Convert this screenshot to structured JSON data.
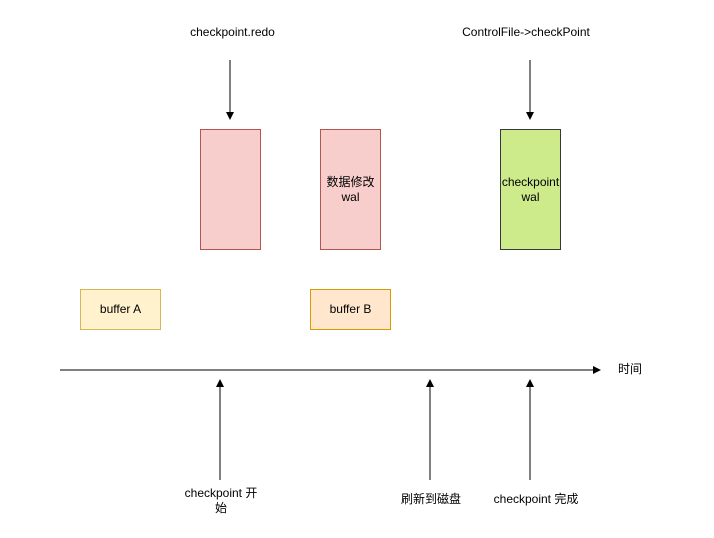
{
  "top_labels": {
    "redo": "checkpoint.redo",
    "control": "ControlFile->checkPoint"
  },
  "boxes": {
    "redo_box": "",
    "data_mod": "数据修改\nwal",
    "checkpoint_wal": "checkpoint\nwal",
    "buffer_a": "buffer A",
    "buffer_b": "buffer B"
  },
  "axis": {
    "label": "时间"
  },
  "bottom_labels": {
    "start": "checkpoint 开\n始",
    "flush": "刷新到磁盘",
    "done": "checkpoint 完成"
  },
  "colors": {
    "red_fill": "#f8cecc",
    "red_stroke": "#b85450",
    "green_fill": "#cdeb8b",
    "buffer_a_fill": "#fff2cc",
    "buffer_b_fill": "#ffe6cc"
  }
}
